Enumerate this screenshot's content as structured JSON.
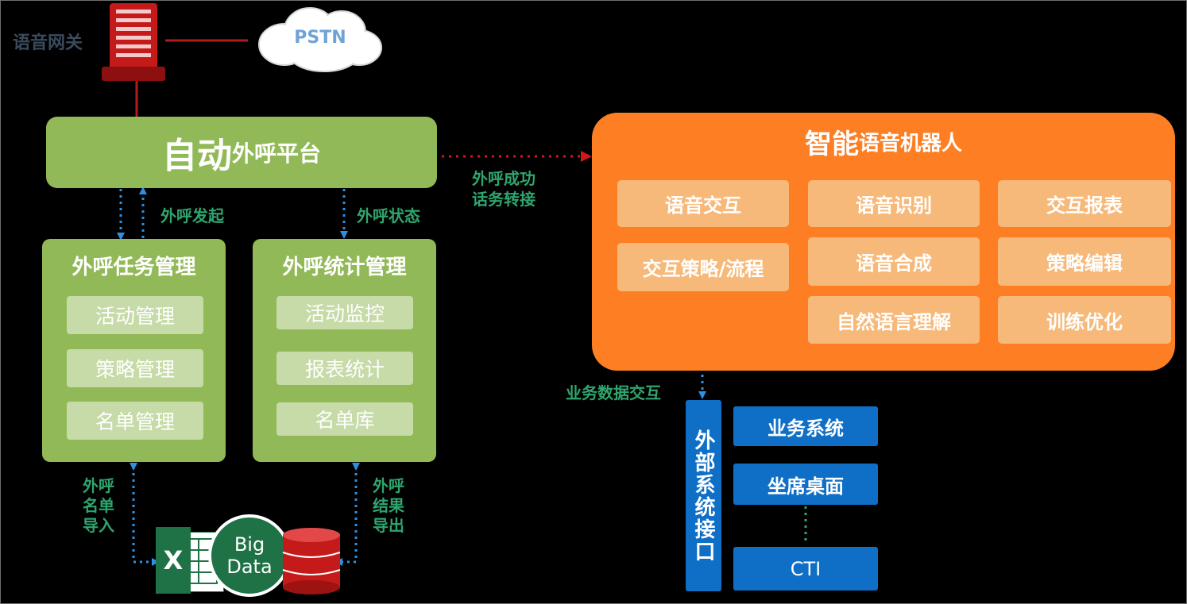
{
  "gateway": {
    "label": "语音网关",
    "cloud_label": "PSTN"
  },
  "platform": {
    "title_big": "自动",
    "title_rest": "外呼平台"
  },
  "links": {
    "initiate": "外呼发起",
    "status": "外呼状态",
    "transfer_line1": "外呼成功",
    "transfer_line2": "话务转接",
    "biz_data": "业务数据交互",
    "import": [
      "外呼",
      "名单",
      "导入"
    ],
    "export": [
      "外呼",
      "结果",
      "导出"
    ]
  },
  "task_panel": {
    "title": "外呼任务管理",
    "items": [
      "活动管理",
      "策略管理",
      "名单管理"
    ]
  },
  "stats_panel": {
    "title": "外呼统计管理",
    "items": [
      "活动监控",
      "报表统计",
      "名单库"
    ]
  },
  "robot": {
    "title_big": "智能",
    "title_rest": "语音机器人",
    "col1": [
      "语音交互",
      "交互策略/流程"
    ],
    "col2": [
      "语音识别",
      "语音合成",
      "自然语言理解"
    ],
    "col3": [
      "交互报表",
      "策略编辑",
      "训练优化"
    ]
  },
  "external": {
    "title": "外部系统接口",
    "items": [
      "业务系统",
      "坐席桌面",
      "CTI"
    ]
  },
  "datasources": {
    "excel_letter": "X",
    "bigdata_line1": "Big",
    "bigdata_line2": "Data"
  },
  "colors": {
    "green": "#92b957",
    "orange": "#fd7e23",
    "blue": "#0f6fc6",
    "red": "#c41a1a",
    "link_green": "#2fa56e"
  }
}
